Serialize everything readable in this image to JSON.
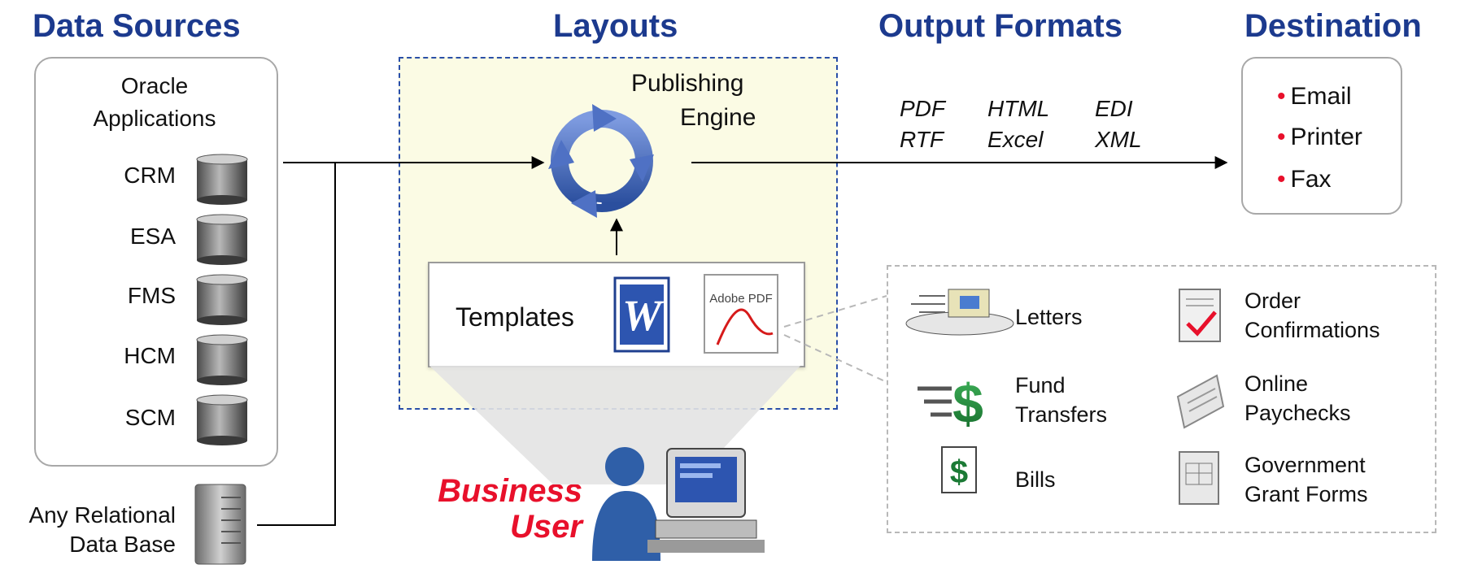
{
  "headings": {
    "data_sources": "Data Sources",
    "layouts": "Layouts",
    "output_formats": "Output Formats",
    "destination": "Destination"
  },
  "sources": {
    "group_title_line1": "Oracle",
    "group_title_line2": "Applications",
    "databases": [
      "CRM",
      "ESA",
      "FMS",
      "HCM",
      "SCM"
    ],
    "relational_line1": "Any Relational",
    "relational_line2": "Data Base"
  },
  "engine": {
    "line1": "Publishing",
    "line2": "Engine"
  },
  "templates": {
    "label": "Templates",
    "pdf_logo_text": "Adobe PDF"
  },
  "business_user": {
    "line1": "Business",
    "line2": "User"
  },
  "formats": {
    "row1": [
      "PDF",
      "HTML",
      "EDI"
    ],
    "row2": [
      "RTF",
      "Excel",
      "XML"
    ]
  },
  "destinations": [
    "Email",
    "Printer",
    "Fax"
  ],
  "outputs": {
    "letters": "Letters",
    "fund_transfers_line1": "Fund",
    "fund_transfers_line2": "Transfers",
    "bills": "Bills",
    "order_conf_line1": "Order",
    "order_conf_line2": "Confirmations",
    "paychecks_line1": "Online",
    "paychecks_line2": "Paychecks",
    "gov_line1": "Government",
    "gov_line2": "Grant Forms"
  },
  "colors": {
    "heading": "#1c3a8e",
    "accent_red": "#e8102b",
    "layout_bg": "#fbfbe4",
    "engine_blue": "#3f63b8"
  }
}
